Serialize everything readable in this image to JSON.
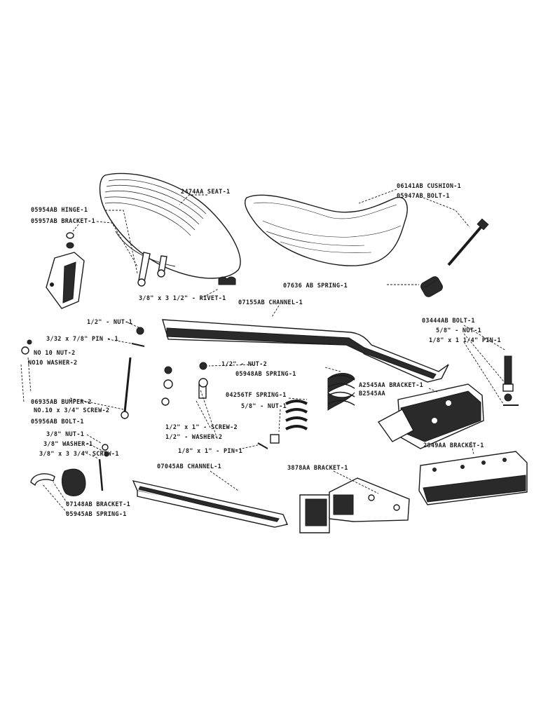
{
  "labels": {
    "seat": "2474AA SEAT-1",
    "cushion": "06141AB CUSHION-1",
    "bolt_cushion": "05947AB BOLT-1",
    "hinge": "05954AB HINGE-1",
    "bracket_hinge": "05957AB BRACKET-1",
    "rivet": "3/8\" x 3 1/2\" - RIVET-1",
    "spring_07636": "07636 AB SPRING-1",
    "channel_07155": "07155AB CHANNEL-1",
    "nut_half_top": "1/2\" - NUT-1",
    "pin_332": "3/32 x 7/8\" PIN - 1",
    "nut_no10": "NO 10 NUT-2",
    "washer_no10": "NO10 WASHER-2",
    "bumper": "06935AB BUMPER-2",
    "screw_no10": "NO.10 x 3/4\" SCREW-2",
    "bolt_05956": "05956AB BOLT-1",
    "nut_half_2": "1/2\" - NUT-2",
    "spring_05948": "05948AB SPRING-1",
    "spring_04256": "04256TF SPRING-1",
    "nut_58_mid": "5/8\" - NUT-1",
    "screw_half": "1/2\" x 1\" - SCREW-2",
    "washer_half": "1/2\" - WASHER-2",
    "pin_18": "1/8\" x 1\" - PIN-1",
    "bolt_03444": "03444AB BOLT-1",
    "nut_58_right": "5/8\" - NUT-1",
    "pin_right": "1/8\" x 1 1/4\" PIN-1",
    "bracket_a2545": "A2545AA BRACKET-1",
    "bracket_b2545": "B2545AA",
    "bracket_2849": "2849AA BRACKET-1",
    "nut_38": "3/8\" NUT-1",
    "washer_38": "3/8\" WASHER-1",
    "screw_38": "3/8\" x 3 3/4\" SCREW-1",
    "channel_07045": "07045AB CHANNEL-1",
    "bracket_3878": "3878AA BRACKET-1",
    "bracket_07148": "07148AB BRACKET-1",
    "spring_05945": "05945AB SPRING-1"
  },
  "colors": {
    "ink": "#1a1a1a",
    "paper": "#ffffff"
  }
}
